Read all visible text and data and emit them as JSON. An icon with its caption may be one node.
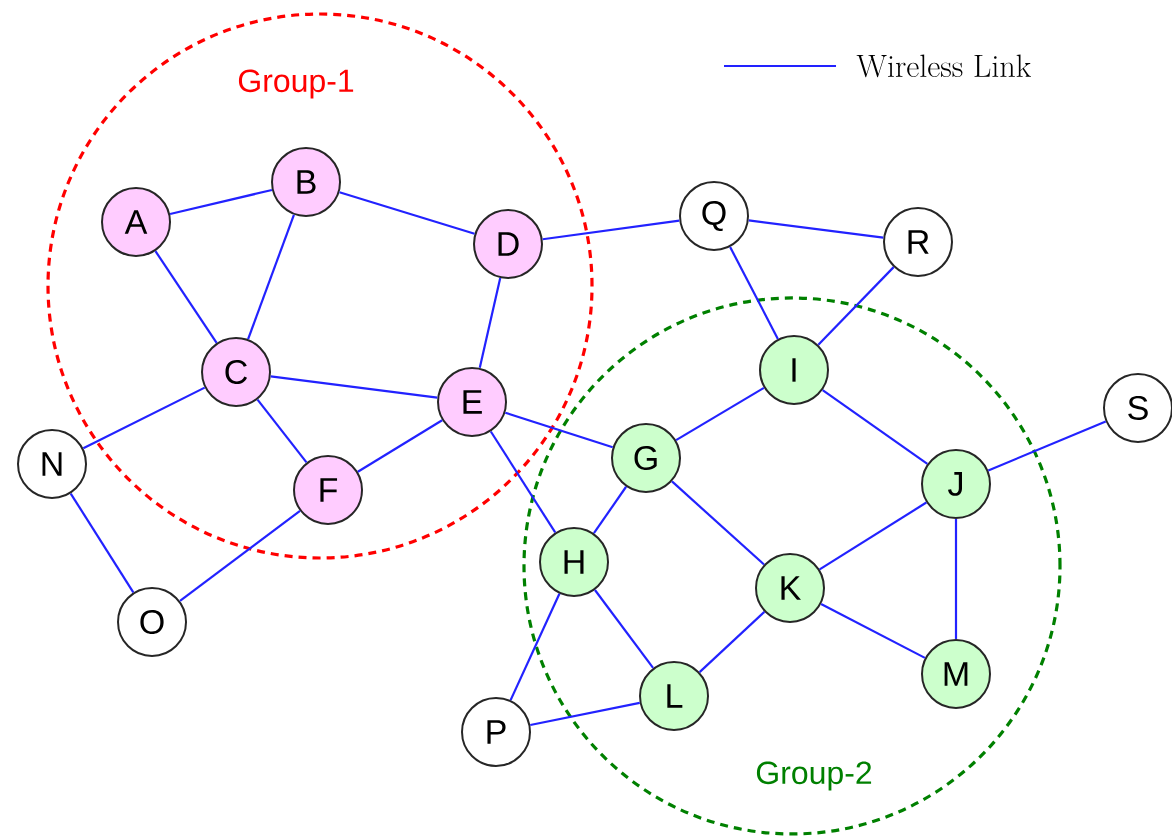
{
  "diagram": {
    "nodes": [
      {
        "text": [
          "Group-1"
        ]
      },
      {
        "text": [
          "A"
        ],
        "in": 0
      },
      {
        "text": [
          "B"
        ],
        "in": 0
      },
      {
        "text": [
          "C"
        ],
        "in": 0
      },
      {
        "text": [
          "D"
        ],
        "in": 0
      },
      {
        "text": [
          "E"
        ],
        "in": 0
      },
      {
        "text": [
          "F"
        ],
        "in": 0
      },
      {
        "text": [
          "Group-2"
        ]
      },
      {
        "text": [
          "G"
        ],
        "in": 7
      },
      {
        "text": [
          "H"
        ],
        "in": 7
      },
      {
        "text": [
          "I"
        ],
        "in": 7
      },
      {
        "text": [
          "J"
        ],
        "in": 7
      },
      {
        "text": [
          "K"
        ],
        "in": 7
      },
      {
        "text": [
          "L"
        ],
        "in": 7
      },
      {
        "text": [
          "M"
        ],
        "in": 7
      },
      {
        "text": [
          "N"
        ]
      },
      {
        "text": [
          "O"
        ]
      },
      {
        "text": [
          "P"
        ]
      },
      {
        "text": [
          "Q"
        ]
      },
      {
        "text": [
          "R"
        ]
      },
      {
        "text": [
          "S"
        ]
      }
    ],
    "edges": [
      {
        "from": 1,
        "to": 2,
        "arrow": "none"
      },
      {
        "from": 1,
        "to": 3,
        "arrow": "none"
      },
      {
        "from": 2,
        "to": 3,
        "arrow": "none"
      },
      {
        "from": 2,
        "to": 4,
        "arrow": "none"
      },
      {
        "from": 4,
        "to": 18,
        "arrow": "none"
      },
      {
        "from": 4,
        "to": 5,
        "arrow": "none"
      },
      {
        "from": 3,
        "to": 5,
        "arrow": "none"
      },
      {
        "from": 3,
        "to": 15,
        "arrow": "none"
      },
      {
        "from": 3,
        "to": 6,
        "arrow": "none"
      },
      {
        "from": 6,
        "to": 5,
        "arrow": "none"
      },
      {
        "from": 6,
        "to": 16,
        "arrow": "none"
      },
      {
        "from": 15,
        "to": 16,
        "arrow": "none"
      },
      {
        "from": 5,
        "to": 8,
        "arrow": "none"
      },
      {
        "from": 5,
        "to": 9,
        "arrow": "none"
      },
      {
        "from": 18,
        "to": 19,
        "arrow": "none"
      },
      {
        "from": 18,
        "to": 10,
        "arrow": "none"
      },
      {
        "from": 19,
        "to": 10,
        "arrow": "none"
      },
      {
        "from": 10,
        "to": 8,
        "arrow": "none"
      },
      {
        "from": 10,
        "to": 11,
        "arrow": "none"
      },
      {
        "from": 8,
        "to": 9,
        "arrow": "none"
      },
      {
        "from": 8,
        "to": 12,
        "arrow": "none"
      },
      {
        "from": 11,
        "to": 20,
        "arrow": "none"
      },
      {
        "from": 11,
        "to": 12,
        "arrow": "none"
      },
      {
        "from": 11,
        "to": 14,
        "arrow": "none"
      },
      {
        "from": 12,
        "to": 14,
        "arrow": "none"
      },
      {
        "from": 12,
        "to": 13,
        "arrow": "none"
      },
      {
        "from": 9,
        "to": 13,
        "arrow": "none"
      },
      {
        "from": 9,
        "to": 17,
        "arrow": "none"
      },
      {
        "from": 17,
        "to": 13,
        "arrow": "none"
      }
    ],
    "legend": [
      {
        "text": "Wireless Link"
      }
    ]
  }
}
